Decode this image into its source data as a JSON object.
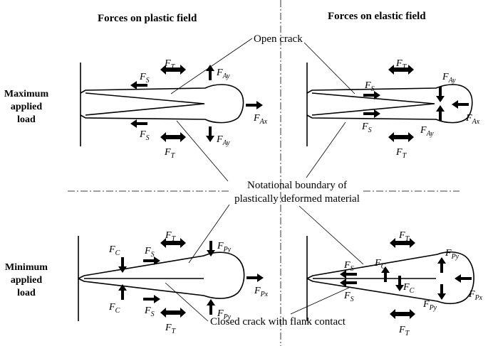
{
  "headers": {
    "plastic": "Forces on plastic field",
    "elastic": "Forces on elastic field"
  },
  "rows": {
    "max_line1": "Maximum",
    "max_line2": "applied",
    "max_line3": "load",
    "min_line1": "Minimum",
    "min_line2": "applied",
    "min_line3": "load"
  },
  "annotations": {
    "open_crack": "Open crack",
    "boundary_line1": "Notational boundary of",
    "boundary_line2": "plastically deformed material",
    "closed_crack": "Closed crack with flank contact"
  },
  "forces": {
    "F": "F",
    "T": "T",
    "S": "S",
    "Ay": "Ay",
    "Ax": "Ax",
    "C": "C",
    "Py": "Py",
    "Px": "Px"
  }
}
